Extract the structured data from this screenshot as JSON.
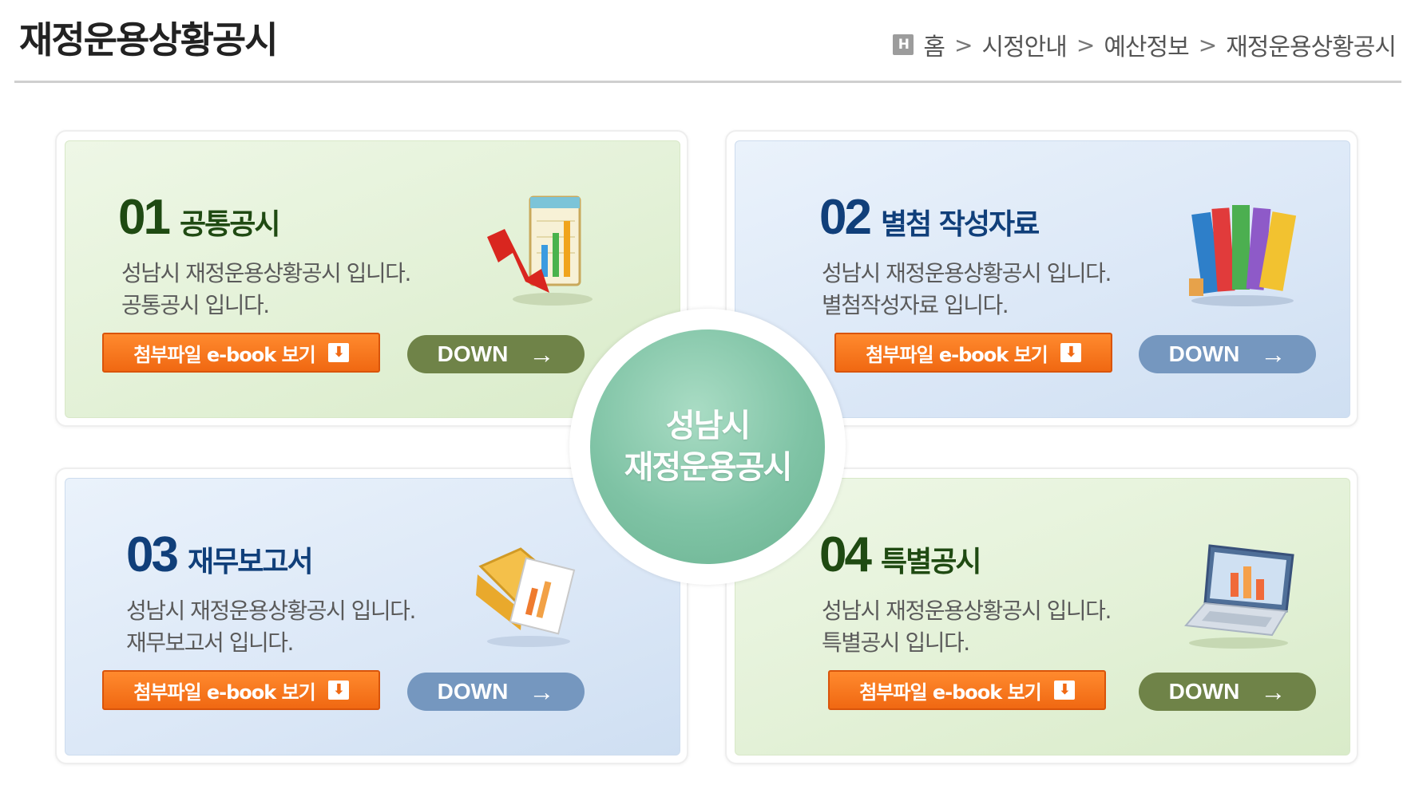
{
  "header": {
    "title": "재정운용상황공시",
    "breadcrumb": {
      "home_icon_label": "H",
      "items": [
        "홈",
        "시정안내",
        "예산정보",
        "재정운용상황공시"
      ],
      "separator": ">"
    }
  },
  "center_badge": {
    "line1": "성남시",
    "line2": "재정운용공시"
  },
  "cards": [
    {
      "number": "01",
      "title": "공통공시",
      "desc_line1": "성남시 재정운용상황공시 입니다.",
      "desc_line2": "공통공시 입니다.",
      "ebook_label": "첨부파일 e-book 보기",
      "down_label": "DOWN",
      "theme": "green",
      "illustration": "chart-arrow-icon"
    },
    {
      "number": "02",
      "title": "별첨 작성자료",
      "desc_line1": "성남시 재정운용상황공시 입니다.",
      "desc_line2": "별첨작성자료 입니다.",
      "ebook_label": "첨부파일 e-book 보기",
      "down_label": "DOWN",
      "theme": "blue",
      "illustration": "books-icon"
    },
    {
      "number": "03",
      "title": "재무보고서",
      "desc_line1": "성남시 재정운용상황공시 입니다.",
      "desc_line2": "재무보고서 입니다.",
      "ebook_label": "첨부파일 e-book 보기",
      "down_label": "DOWN",
      "theme": "blue",
      "illustration": "folder-report-icon"
    },
    {
      "number": "04",
      "title": "특별공시",
      "desc_line1": "성남시 재정운용상황공시 입니다.",
      "desc_line2": "특별공시 입니다.",
      "ebook_label": "첨부파일 e-book 보기",
      "down_label": "DOWN",
      "theme": "green",
      "illustration": "laptop-chart-icon"
    }
  ],
  "colors": {
    "ebook_button": "#f06812",
    "down_green": "#6f8348",
    "down_blue": "#7597bf",
    "center_badge": "#7fc3a5",
    "title_green": "#1f4a12",
    "title_blue": "#103f7a"
  }
}
